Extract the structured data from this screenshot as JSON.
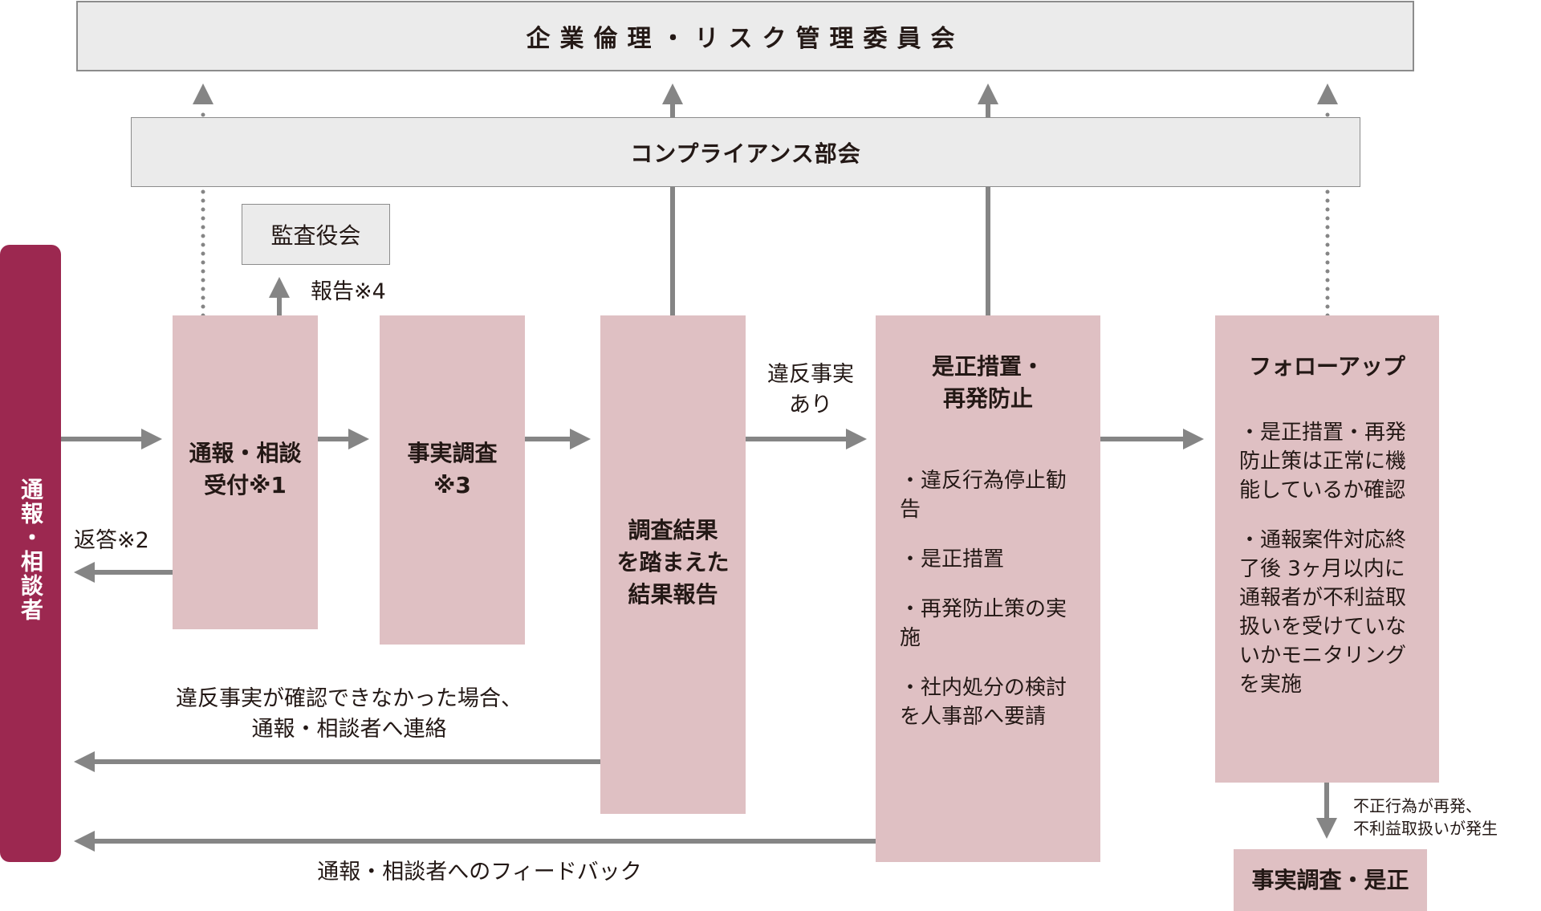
{
  "committee": {
    "title": "企業倫理・リスク管理委員会"
  },
  "subcommittee": {
    "title": "コンプライアンス部会"
  },
  "audit_board": {
    "title": "監査役会",
    "report_label": "報告※4"
  },
  "reporter": {
    "title": "通報・相談者"
  },
  "steps": {
    "intake": {
      "title_lines": [
        "通報・相談",
        "受付※1"
      ],
      "reply_label": "返答※2"
    },
    "investigation": {
      "title_lines": [
        "事実調査",
        "※3"
      ]
    },
    "result": {
      "title_lines": [
        "調査結果",
        "を踏まえた",
        "結果報告"
      ]
    },
    "corrective": {
      "title_lines": [
        "是正措置・",
        "再発防止"
      ],
      "bullets": [
        "・違反行為停止勧告",
        "・是正措置",
        "・再発防止策の実施",
        "・社内処分の検討を人事部へ要請"
      ]
    },
    "followup": {
      "title": "フォローアップ",
      "bullets": [
        "・是正措置・再発防止策は正常に機能しているか確認",
        "・通報案件対応終了後 3ヶ月以内に通報者が不利益取扱いを受けていないかモニタリングを実施"
      ]
    },
    "reinvestigation": {
      "title": "事実調査・是正"
    }
  },
  "labels": {
    "violation_found": [
      "違反事実",
      "あり"
    ],
    "no_violation": [
      "違反事実が確認できなかった場合、",
      "通報・相談者へ連絡"
    ],
    "feedback": "通報・相談者へのフィードバック",
    "recurrence": [
      "不正行為が再発、",
      "不利益取扱いが発生"
    ]
  },
  "colors": {
    "reporter_bar": "#9c2850",
    "step_box": "#dfc0c3",
    "committee_box": "#ebebeb",
    "arrow": "#858585"
  }
}
